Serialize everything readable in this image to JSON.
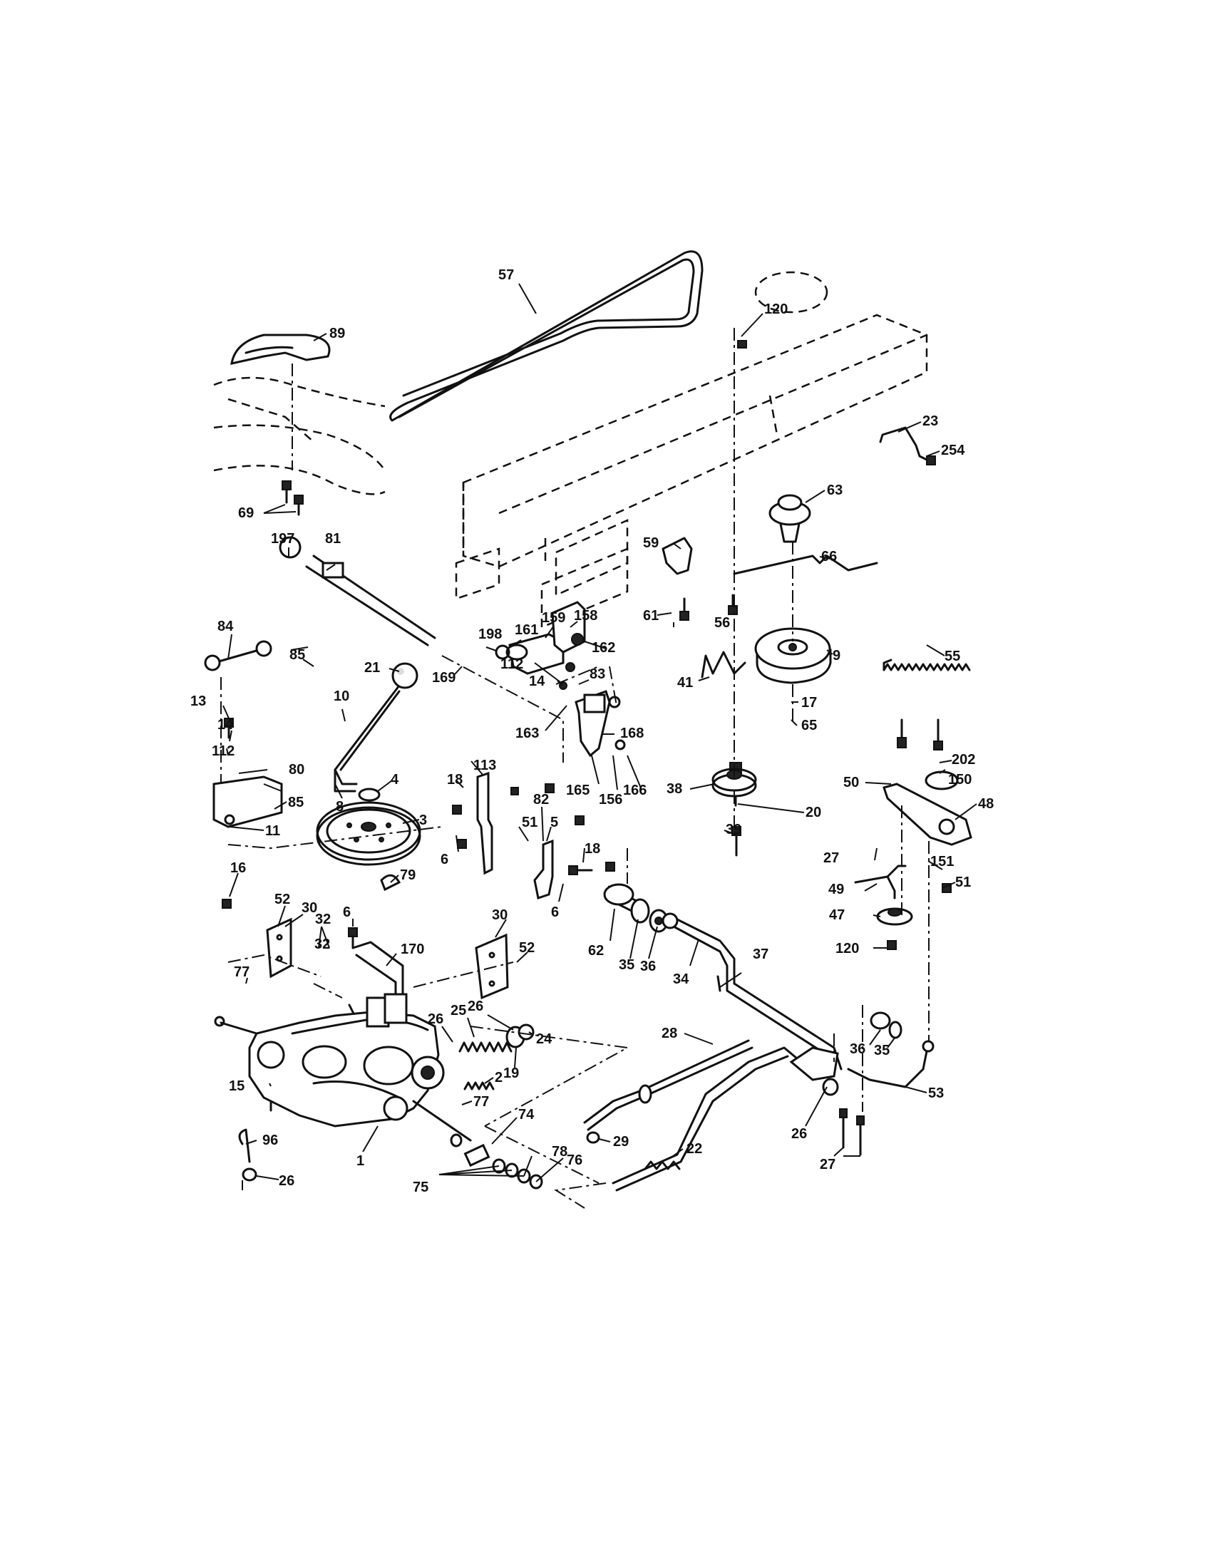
{
  "callouts": [
    "57",
    "120",
    "89",
    "23",
    "254",
    "63",
    "69",
    "197",
    "81",
    "59",
    "66",
    "84",
    "198",
    "161",
    "159",
    "158",
    "61",
    "56",
    "162",
    "9",
    "55",
    "85",
    "21",
    "169",
    "112",
    "14",
    "83",
    "41",
    "17",
    "10",
    "13",
    "163",
    "168",
    "65",
    "14",
    "112",
    "80",
    "8",
    "18",
    "113",
    "82",
    "50",
    "202",
    "38",
    "20",
    "150",
    "4",
    "51",
    "165",
    "156",
    "166",
    "85",
    "48",
    "5",
    "3",
    "18",
    "27",
    "39",
    "11",
    "6",
    "6",
    "151",
    "16",
    "79",
    "62",
    "51",
    "49",
    "52",
    "30",
    "6",
    "32",
    "30",
    "47",
    "32",
    "52",
    "35",
    "36",
    "34",
    "37",
    "120",
    "170",
    "77",
    "26",
    "25",
    "26",
    "24",
    "28",
    "19",
    "36",
    "35",
    "15",
    "2",
    "53",
    "77",
    "74",
    "29",
    "96",
    "26",
    "27",
    "26",
    "1",
    "78",
    "76",
    "22",
    "75"
  ],
  "icons": {
    "drive_belt": "v-belt-loop-icon",
    "pulley": "v-pulley-icon",
    "spring": "coil-spring-icon",
    "transaxle": "transaxle-housing-icon",
    "bolt": "hex-bolt-icon",
    "knob": "ball-knob-icon"
  }
}
